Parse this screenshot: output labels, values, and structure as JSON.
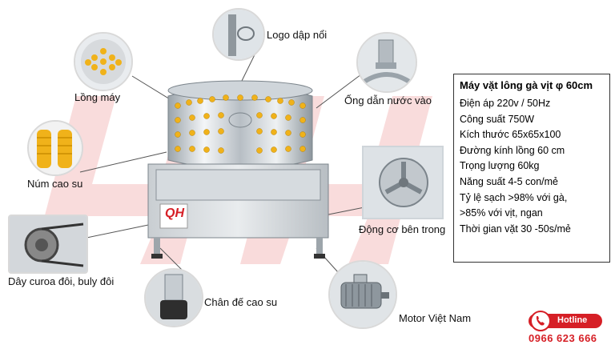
{
  "callouts": {
    "logo": "Logo dập nổi",
    "cage": "Lồng máy",
    "water_pipe": "Ống dẫn nước vào",
    "rubber_fingers": "Núm cao su",
    "inner_motor": "Động cơ bên trong",
    "belt": "Dây curoa đôi, buly đôi",
    "rubber_feet": "Chân đế cao su",
    "motor_brand": "Motor Việt Nam"
  },
  "specs": {
    "title": "Máy vặt lông gà vịt φ 60cm",
    "lines": [
      "Điện áp        220v / 50Hz",
      "Công suất    750W",
      "Kích thước   65x65x100",
      "Đường kính lồng  60 cm",
      "Trọng lượng  60kg",
      "Năng suất     4-5 con/mẻ",
      "Tỷ lệ sạch     >98% với gà,",
      ">85% với vịt, ngan",
      "Thời gian vặt 30 -50s/mẻ"
    ]
  },
  "hotline": {
    "label": "Hotline",
    "number": "0966 623 666"
  },
  "brand": {
    "plate_text": "QH",
    "accent_color": "#d61f26",
    "watermark_color": "#f6c8c8"
  }
}
